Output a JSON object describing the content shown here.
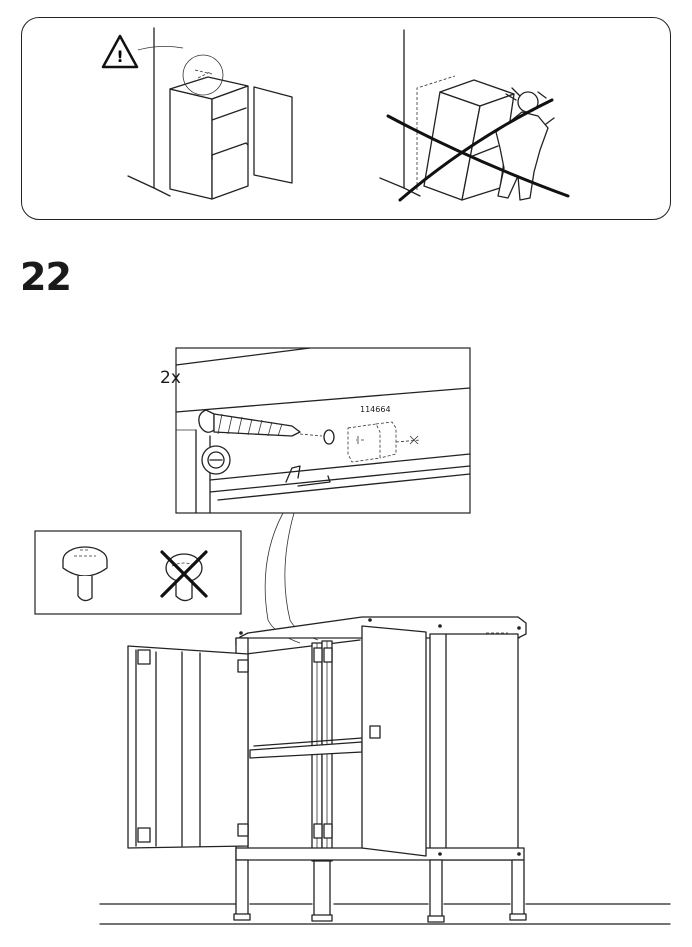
{
  "warning": {
    "symbol": "!"
  },
  "step": {
    "number": "22",
    "quantity": "2x",
    "part_number": "114664"
  },
  "icons": [
    "warning-triangle-icon",
    "wall-anchor-icon",
    "no-tipping-icon",
    "correct-screw-head-icon",
    "incorrect-screw-head-icon",
    "screw-icon"
  ]
}
